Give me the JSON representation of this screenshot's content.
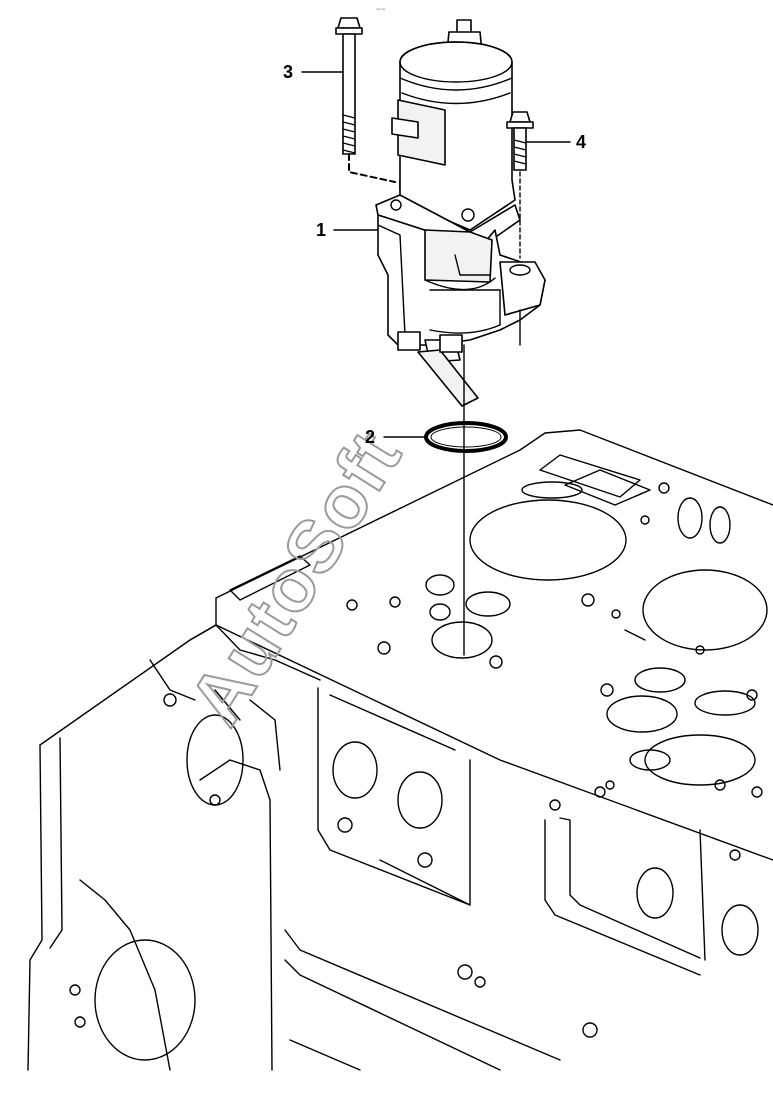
{
  "callouts": [
    {
      "id": "1",
      "label": "1"
    },
    {
      "id": "2",
      "label": "2"
    },
    {
      "id": "3",
      "label": "3"
    },
    {
      "id": "4",
      "label": "4"
    }
  ],
  "watermark": "AutoSoft",
  "page_mark": "~~",
  "colors": {
    "line": "#000000",
    "watermark": "#9a9a9a",
    "background": "#ffffff"
  }
}
